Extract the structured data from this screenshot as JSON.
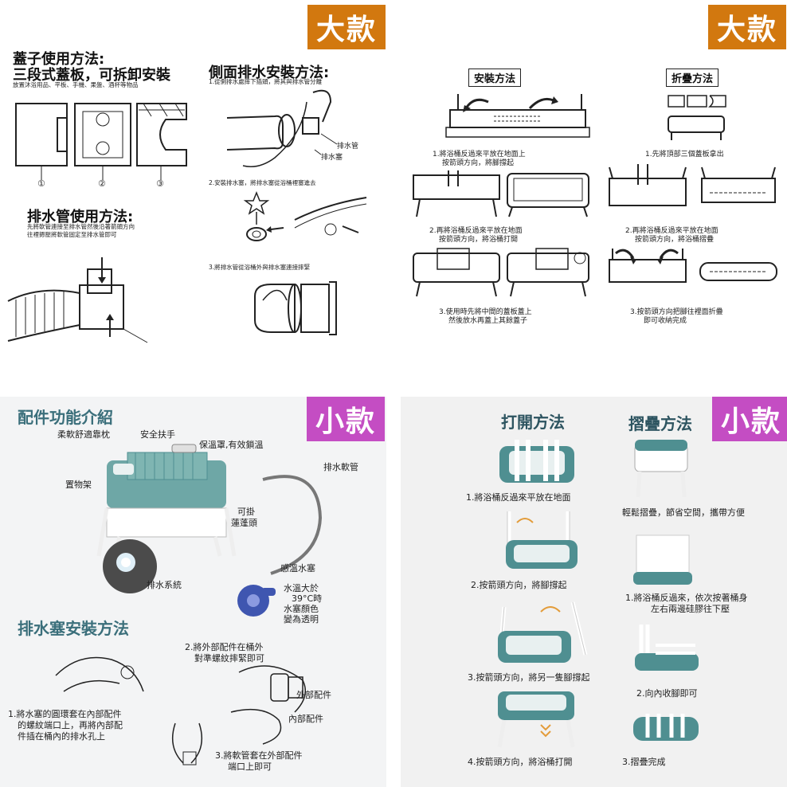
{
  "panel1": {
    "badge": "大款",
    "lid_title": "蓋子使用方法:",
    "lid_sub": "三段式蓋板，可拆卸安裝",
    "lid_note": "放置沐浴用品、平板、手機、果盤、酒杯等物品",
    "lid_nums": [
      "①",
      "②",
      "③"
    ],
    "drain_pipe_title": "排水管使用方法:",
    "drain_pipe_note1": "先將軟管連接至排水管然後沿著箭頭方向",
    "drain_pipe_note2": "往裡摁壓將軟管固定至排水管即可",
    "side_title": "側面排水安裝方法:",
    "side_step1": "1.從側排水處摔下插頭，將其與排水管分離",
    "label_drain_pipe": "排水管",
    "label_drain_plug": "排水塞",
    "side_step2": "2.安裝排水塞，將排水塞從浴桶裡塞進去",
    "side_step3": "3.將排水管從浴桶外與排水塞連接摔緊"
  },
  "panel2": {
    "badge": "大款",
    "install_title": "安裝方法",
    "fold_title": "折疊方法",
    "i1a": "1.將浴桶反過來平放在地面上",
    "i1b": "按箭頭方向，將腳撐起",
    "i2a": "2.再將浴桶反過來平放在地面",
    "i2b": "按箭頭方向，將浴桶打開",
    "i3a": "3.使用時先將中間的蓋板蓋上",
    "i3b": "然後放水再蓋上其餘蓋子",
    "f1": "1.先將頂部三個蓋板拿出",
    "f2a": "2.再將浴桶反過來平放在地面",
    "f2b": "按箭頭方向，將浴桶摺疊",
    "f3a": "3.按箭頭方向把腳往裡面折疊",
    "f3b": "即可收納完成"
  },
  "panel3": {
    "badge": "小款",
    "title": "配件功能介紹",
    "pillow": "柔軟舒適靠枕",
    "handle": "安全扶手",
    "cover": "保溫罩,有效鎖溫",
    "hose": "排水軟管",
    "shelf": "置物架",
    "shower1": "可掛",
    "shower2": "蓮蓬頭",
    "drain_sys": "排水系統",
    "sensor": "感溫水塞",
    "temp1": "水溫大於",
    "temp2": "39°C時",
    "temp3": "水塞顏色",
    "temp4": "變為透明",
    "plug_title": "排水塞安裝方法",
    "s2a": "2.將外部配件在桶外",
    "s2b": "對準螺紋摔緊即可",
    "outer": "外部配件",
    "inner": "內部配件",
    "s1a": "1.將水塞的圓環套在內部配件",
    "s1b": "的螺紋端口上，再將內部配",
    "s1c": "件插在桶內的排水孔上",
    "s3a": "3.將軟管套在外部配件",
    "s3b": "端口上即可"
  },
  "panel4": {
    "badge": "小款",
    "open_title": "打開方法",
    "fold_title": "摺疊方法",
    "o1": "1.將浴桶反過來平放在地面",
    "o2": "2.按箭頭方向，將腳撐起",
    "o3": "3.按箭頭方向，將另一隻腳撐起",
    "o4": "4.按箭頭方向，將浴桶打開",
    "fold_note": "輕鬆摺疊，節省空間，攜帶方便",
    "f1a": "1.將浴桶反過來，依次按著桶身",
    "f1b": "左右兩邊硅膠往下壓",
    "f2": "2.向內收腳即可",
    "f3": "3.摺疊完成"
  },
  "colors": {
    "big_badge": "#d2780f",
    "small_badge": "#c44dc3",
    "teal": "#4f8f91"
  }
}
